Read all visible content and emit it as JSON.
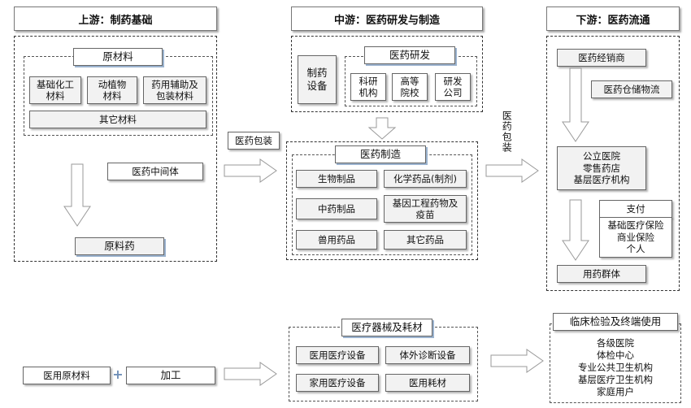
{
  "upstream": {
    "title": "上游：制药基础",
    "raw_materials": {
      "title": "原材料",
      "items": [
        "基础化工\n材料",
        "动植物\n材料",
        "药用辅助及\n包装材料"
      ],
      "other": "其它材料"
    },
    "intermediate": "医药中间体",
    "api": "原料药"
  },
  "midstream": {
    "title": "中游：医药研发与制造",
    "equipment": "制药\n设备",
    "rnd": {
      "title": "医药研发",
      "items": [
        "科研\n机构",
        "高等\n院校",
        "研发\n公司"
      ]
    },
    "manufacturing": {
      "title": "医药制造",
      "items": [
        "生物制品",
        "化学药品(制剂)",
        "中药制品",
        "基因工程药物及\n疫苗",
        "兽用药品",
        "其它药品"
      ]
    }
  },
  "downstream": {
    "title": "下游：医药流通",
    "distributor": "医药经销商",
    "logistics": "医药仓储物流",
    "terminals": "公立医院\n零售药店\n基层医疗机构",
    "payment": {
      "title": "支付",
      "items": "基础医疗保险\n商业保险\n个人"
    },
    "patients": "用药群体"
  },
  "connectors": {
    "packaging_left": "医药包装",
    "packaging_right": "医药包装"
  },
  "devices": {
    "title": "医疗器械及耗材",
    "items": [
      "医用医疗设备",
      "体外诊断设备",
      "家用医疗设备",
      "医用耗材"
    ],
    "raw_material": "医用原材料",
    "plus": "+",
    "processing": "加工"
  },
  "clinical": {
    "title": "临床检验及终端使用",
    "items": "各级医院\n体检中心\n专业公共卫生机构\n基层医疗卫生机构\n家庭用户"
  }
}
